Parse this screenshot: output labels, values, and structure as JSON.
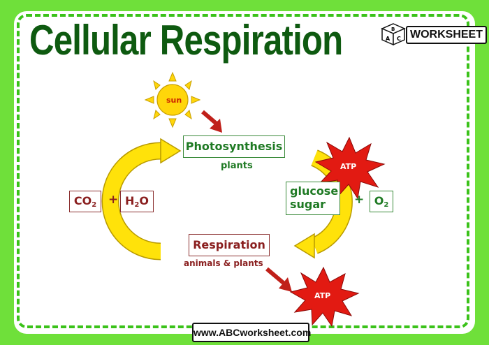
{
  "title": "Cellular Respiration",
  "logo": {
    "text": "WORKSHEET",
    "letters": [
      "A",
      "B",
      "C"
    ]
  },
  "diagram": {
    "sun": "sun",
    "photosynthesis": {
      "label": "Photosynthesis",
      "sub": "plants"
    },
    "respiration": {
      "label": "Respiration",
      "sub": "animals & plants"
    },
    "left_inputs": {
      "co2_base": "CO",
      "co2_sub": "2",
      "plus": "+",
      "h2o_h": "H",
      "h2o_sub": "2",
      "h2o_o": "O"
    },
    "right_inputs": {
      "glucose_line1": "glucose",
      "glucose_line2": "sugar",
      "plus": "+",
      "o2_base": "O",
      "o2_sub": "2"
    },
    "atp_top": "ATP",
    "atp_bottom": "ATP"
  },
  "footer": {
    "url": "www.ABCworksheet.com"
  },
  "colors": {
    "background": "#6fe03a",
    "title": "#0e5a10",
    "sun": "#ffd60a",
    "arrow": "#ffe20a",
    "atp": "#e21a12",
    "green_text": "#1f7a24",
    "red_text": "#8a1f1f",
    "pointer": "#c0201a"
  }
}
